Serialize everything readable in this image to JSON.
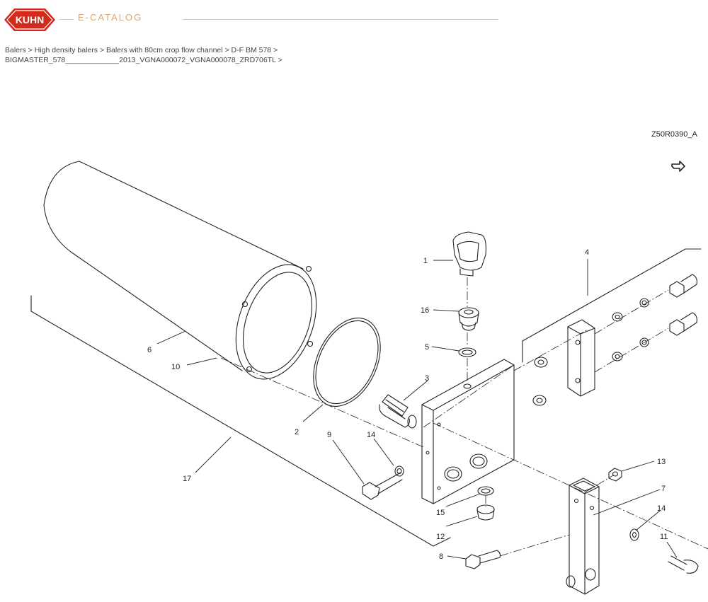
{
  "header": {
    "logo_text": "KUHN",
    "catalog_label": "E-CATALOG"
  },
  "breadcrumb": {
    "line1": [
      {
        "label": "Balers",
        "sep": " > "
      },
      {
        "label": "High density balers",
        "sep": " > "
      },
      {
        "label": "Balers with 80cm crop flow channel",
        "sep": " > "
      },
      {
        "label": "D-F BM 578",
        "sep": " >"
      }
    ],
    "line2": [
      {
        "label": "BIGMASTER_578_____________2013_VGNA000072_VGNA000078_ZRD706TL",
        "sep": " >"
      }
    ]
  },
  "diagram": {
    "drawing_code": "Z50R0390_A",
    "nav_icon": "return-arrow-icon",
    "callouts": [
      "1",
      "2",
      "3",
      "4",
      "5",
      "6",
      "7",
      "8",
      "9",
      "10",
      "11",
      "12",
      "13",
      "14",
      "14",
      "15",
      "16",
      "17"
    ]
  }
}
